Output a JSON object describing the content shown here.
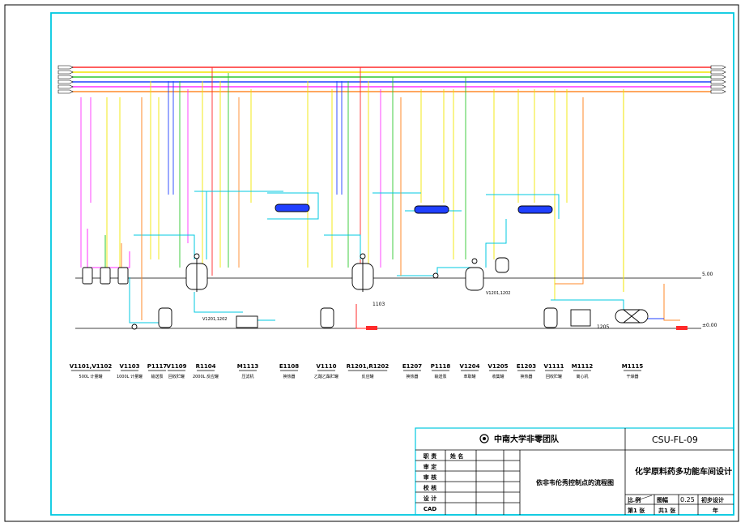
{
  "drawing": {
    "drawing_number": "CSU-FL-09",
    "org": "中南大学非零团队",
    "project": "化学原料药多功能车间设计",
    "title": "依非韦伦秀控制点的流程图",
    "level_upper": "5.00",
    "level_ground": "±0.00",
    "label_r1103": "1103",
    "label_e1205": "1205",
    "label_v1204_tag": "V1201,1202",
    "label_r1104_tag": "V1201,1202"
  },
  "equipment": [
    {
      "tag": "V1101,V1102",
      "sub": "500L 计量罐"
    },
    {
      "tag": "V1103",
      "sub": "1000L 计量罐"
    },
    {
      "tag": "P1117",
      "sub": "输送泵"
    },
    {
      "tag": "V1109",
      "sub": "回收贮罐"
    },
    {
      "tag": "R1104",
      "sub": "2000L 反应罐"
    },
    {
      "tag": "M1113",
      "sub": "压滤机"
    },
    {
      "tag": "E1108",
      "sub": "换热器"
    },
    {
      "tag": "V1110",
      "sub": "乙酸乙酯贮罐"
    },
    {
      "tag": "R1201,R1202",
      "sub": "反应罐"
    },
    {
      "tag": "E1207",
      "sub": "换热器"
    },
    {
      "tag": "P1118",
      "sub": "输送泵"
    },
    {
      "tag": "V1204",
      "sub": "萃取罐"
    },
    {
      "tag": "V1205",
      "sub": "收集罐"
    },
    {
      "tag": "E1203",
      "sub": "换热器"
    },
    {
      "tag": "V1111",
      "sub": "回收贮罐"
    },
    {
      "tag": "M1112",
      "sub": "离心机"
    },
    {
      "tag": "M1115",
      "sub": "干燥器"
    }
  ],
  "title_block": {
    "roles": [
      "职 责",
      "审 定",
      "审 核",
      "校 核",
      "设 计",
      "CAD"
    ],
    "name_header": "姓 名",
    "scale_label": "比 例",
    "sheet_label": "图幅",
    "sheet_size": "0.25",
    "stage": "初步设计",
    "sheet_no": "第1 张",
    "sheet_total": "共1 张",
    "year_label": "年"
  },
  "colors": {
    "border": "#00c8e0",
    "red": "#ff2a2a",
    "yellow": "#f2e600",
    "green": "#2ec82e",
    "blue": "#2040ff",
    "magenta": "#ff30ff",
    "orange": "#ff8a2a",
    "cyan": "#00c8e0",
    "equip": "#000000"
  }
}
